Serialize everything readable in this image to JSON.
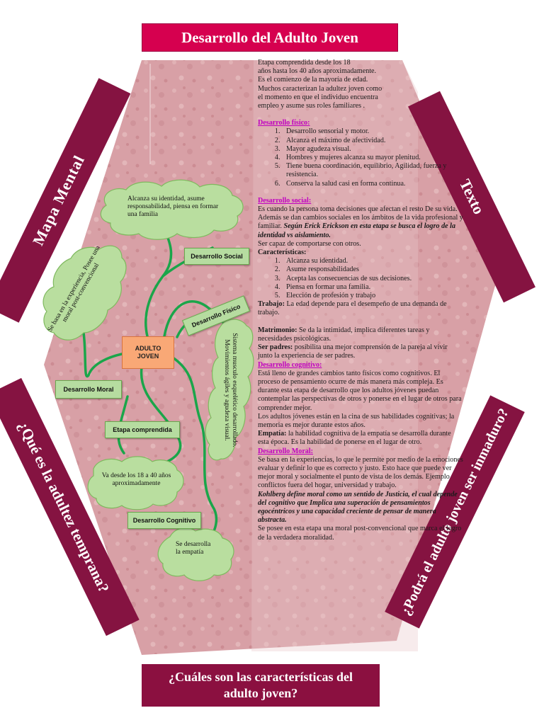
{
  "banners": {
    "top": "Desarrollo del Adulto Joven",
    "left": "Mapa Mental",
    "right": "Texto",
    "left_bottom": "¿Qué es la adultez temprana?",
    "right_bottom": "¿Podrá el adulto joven ser inmaduro?",
    "bottom": "¿Cuáles son las características del adulto joven?"
  },
  "mind_map": {
    "center": [
      "ADULTO",
      "JOVEN"
    ],
    "branches": {
      "social": "Desarrollo Social",
      "fisico": "Desarrollo Físico",
      "moral": "Desarrollo Moral",
      "etapa": "Etapa comprendida",
      "cognitivo": "Desarrollo Cognitivo"
    },
    "clouds": {
      "social": "Alcanza su identidad, asume responsabilidad, piensa en formar una familia",
      "moral": "Se basa en la experiencia, Posee una moral post-convencional",
      "fisico": "Sistema musculo esquelético desarrollado. Movimientos ágiles y agudeza visual.",
      "etapa": "Va desde los 18 a 40 años aproximadamente",
      "cognitivo": "Se desarrolla la empatía"
    }
  },
  "text": {
    "intro": [
      "Etapa comprendida desde los 18",
      "años hasta los 40 años aproximadamente.",
      "Es el comienzo de la mayoría de edad.",
      "Muchos caracterizan la adultez joven como",
      " el momento en que el individuo encuentra",
      "empleo y asume sus roles familiares ."
    ],
    "fisico_heading": "Desarrollo físico:",
    "fisico_items": [
      "Desarrollo sensorial y motor.",
      "Alcanza el máximo de afectividad.",
      "Mayor agudeza visual.",
      "Hombres y mujeres alcanza su mayor plenitud.",
      "Tiene buena coordinación, equilibrio, Agilidad, fuerza y resistencia.",
      "Conserva la salud casi en forma continua."
    ],
    "social_heading": "Desarrollo social:",
    "social_p1": "Es cuando la persona toma decisiones que afectan el resto De su vida. Además se dan cambios sociales en los ámbitos de la vida profesional y familiar.",
    "social_p1_bold": "Según Erick Erickson en esta etapa se busca el logro de la identidad vs aislamiento.",
    "social_p2": "Ser capaz de comportarse con otros.",
    "caracteristicas_heading": "Características:",
    "caracteristicas_items": [
      "Alcanza su identidad.",
      "Asume responsabilidades",
      "Acepta las consecuencias de sus decisiones.",
      "Piensa en formar una familia.",
      "Elección de profesión y trabajo"
    ],
    "trabajo_label": "Trabajo:",
    "trabajo_text": "La edad depende para el desempeño de una demanda de trabajo.",
    "matrimonio_label": "Matrimonio:",
    "matrimonio_text": "Se da la intimidad, implica diferentes tareas y necesidades psicológicas.",
    "padres_label": "Ser padres:",
    "padres_text": "posibilita una mejor comprensión de la pareja al vivir junto la experiencia de ser padres.",
    "cognitivo_heading": "Desarrollo cognitivo:",
    "cognitivo_p1": "Está lleno de grandes cambios tanto físicos como cognitivos. El proceso de pensamiento ocurre de más manera más compleja. Es durante esta etapa de desarrollo que los adultos jóvenes puedan contemplar las perspectivas de otros y ponerse en el lugar de otros para comprender mejor.",
    "cognitivo_p2": "Los adultos jóvenes están en la cina de sus habilidades cognitivas; la memoria es mejor durante estos años.",
    "empatia_label": "Empatía:",
    "empatia_text": "la habilidad cognitiva de la empatía se desarrolla durante esta época. Es la habilidad de ponerse en el lugar de otro.",
    "moral_heading": "Desarrollo Moral:",
    "moral_p1": "Se basa en la experiencias, lo que le permite por medio de la emociones evaluar y definir lo que es correcto y justo. Esto hace que puede ver mejor moral y socialmente el punto de vista de los demás. Ejemplo conflictos fuera del hogar, universidad y trabajo.",
    "moral_bold": "Kohlberg define moral como un sentido de Justicia, el cual depende del cognitivo que Implica una superación de pensamientos egocéntricos y una capacidad creciente de pensar de manera abstracta.",
    "moral_p2": "Se posee en esta etapa una moral post-convencional que marca el logro de la verdadera moralidad."
  },
  "colors": {
    "pink_bg": "#d59aa0",
    "title_banner": "#d6004f",
    "side_banner": "#851341",
    "heading_magenta": "#c000c0",
    "branch_green": "#1aa64a",
    "box_green": "#b6dca0",
    "center_orange": "#f9a876"
  }
}
